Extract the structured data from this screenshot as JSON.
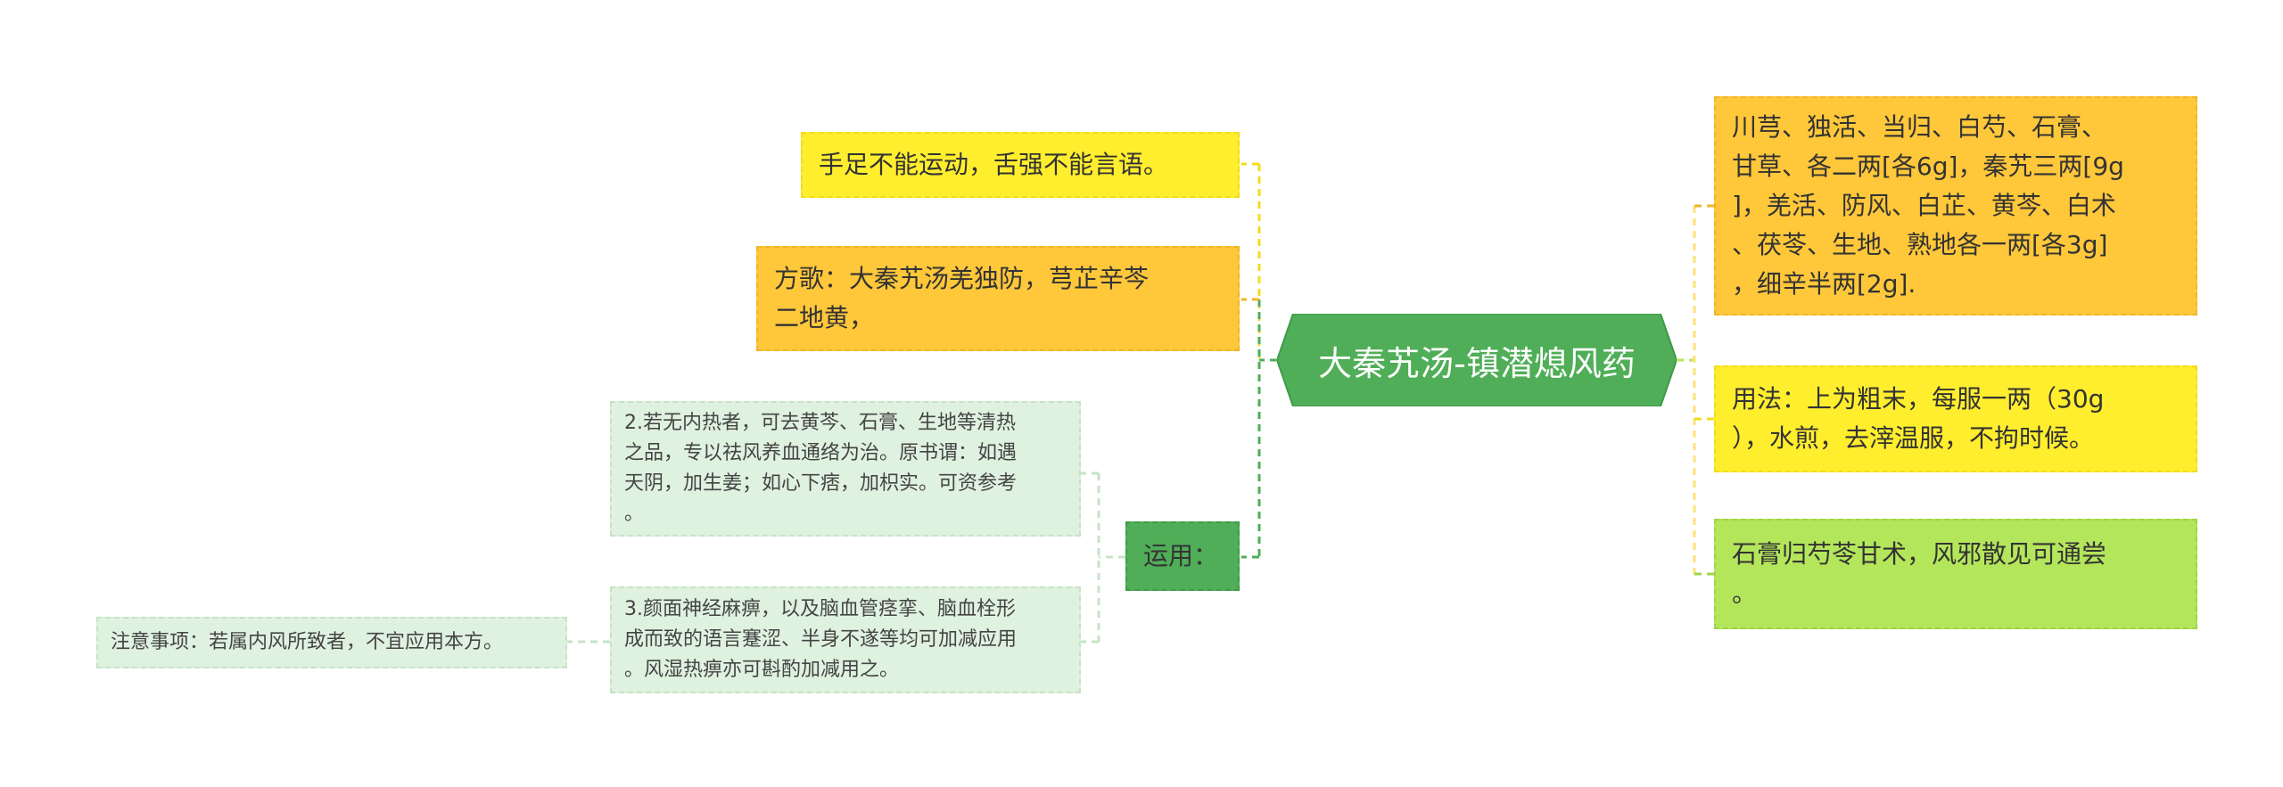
{
  "root": {
    "label": "大秦艽汤-镇潜熄风药"
  },
  "left_nodes": {
    "symptom": "手足不能运动，舌强不能言语。",
    "song": "方歌：大秦艽汤羌独防，芎芷辛芩\n二地黄，",
    "usage": "运用：",
    "usage_item_2": "2.若无内热者，可去黄芩、石膏、生地等清热\n之品，专以祛风养血通络为治。原书谓：如遇\n天阴，加生姜；如心下痞，加枳实。可资参考\n。",
    "usage_item_3": "3.颜面神经麻痹，以及脑血管痉挛、脑血栓形\n成而致的语言蹇涩、半身不遂等均可加减应用\n。风湿热痹亦可斟酌加减用之。",
    "caution": "注意事项：若属内风所致者，不宜应用本方。"
  },
  "right_nodes": {
    "ingredients": "川芎、独活、当归、白芍、石膏、\n甘草、各二两[各6g]，秦艽三两[9g\n]，羌活、防风、白芷、黄芩、白术\n、茯苓、生地、熟地各一两[各3g]\n，细辛半两[2g].",
    "method": "用法：上为粗末，每服一两（30g\n），水煎，去滓温服，不拘时候。",
    "rhyme": "石膏归芍苓甘术，风邪散见可通尝\n。"
  },
  "colors": {
    "yellow": "#ffee2e",
    "orange": "#ffc73a",
    "lime": "#b4e65b",
    "mint": "#dff1df",
    "green": "#4fae57"
  }
}
